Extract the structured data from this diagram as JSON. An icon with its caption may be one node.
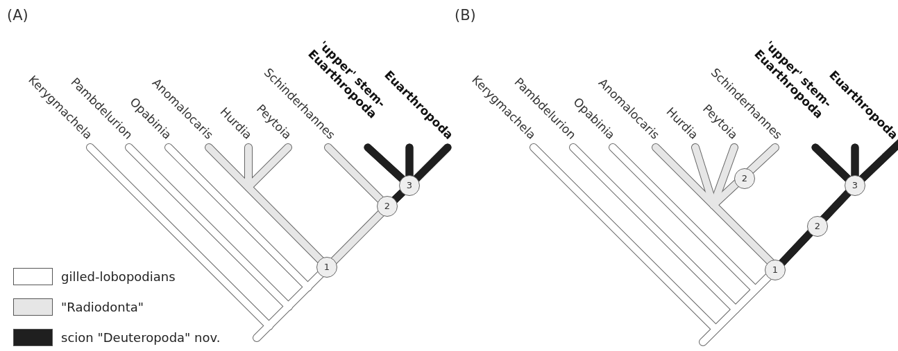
{
  "diagram": {
    "labels": [
      "(A)",
      "Kerygmachela",
      "Pambdelurion",
      "Opabinia",
      "Anomalocaris",
      "Hurdia",
      "Peytoia",
      "Schinderhannes",
      "'upper' stem-Euarthropoda",
      "Euarthropoda",
      "3",
      "2",
      "1",
      "(B)",
      "Kerygmachela",
      "Pambdelurion",
      "Opabinia",
      "Anomalocaris",
      "Hurdia",
      "Peytoia",
      "Schinderhannes",
      "'upper' stem-Euarthropoda",
      "Euarthropoda",
      "2",
      "3",
      "2",
      "1"
    ],
    "legend": [
      {
        "text": "gilled-lobopodians",
        "color": "#ffffff"
      },
      {
        "text": "\"Radiodonta\"",
        "color": "#e6e6e6"
      },
      {
        "text": "scion \"Deuteropoda\" nov.",
        "color": "#1f1f1f"
      }
    ]
  }
}
